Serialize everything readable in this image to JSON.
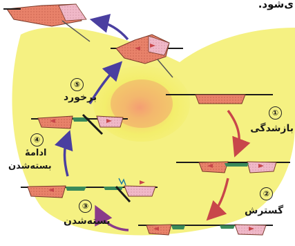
{
  "header_text": "ی‌شود.",
  "stages": [
    {
      "number": "①",
      "label": "بازشدگی"
    },
    {
      "number": "②",
      "label": "گسترش"
    },
    {
      "number": "③",
      "label": "بسته‌شدن"
    },
    {
      "number": "④",
      "label_line1": "ادامهٔ",
      "label_line2": "بسته‌شدن"
    },
    {
      "number": "⑤",
      "label": "برخورد"
    }
  ],
  "colors": {
    "background_glow": "#f4f06a",
    "center_glow": "#f29a6a",
    "crust": "#e8826a",
    "sediment": "#f0b8c8",
    "arrow_orange": "#c8464a",
    "arrow_blue": "#4a3fa0",
    "arrow_purple": "#7a3aa0",
    "ocean_floor": "#1a1a1a"
  }
}
